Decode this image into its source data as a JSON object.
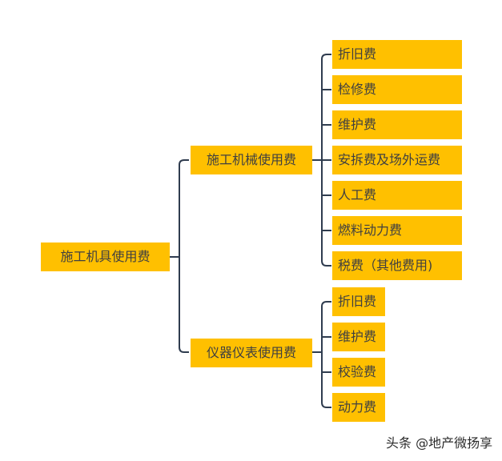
{
  "root": {
    "label": "施工机具使用费"
  },
  "branches": [
    {
      "label": "施工机械使用费",
      "children": [
        "折旧费",
        "检修费",
        "维护费",
        "安拆费及场外运费",
        "人工费",
        "燃料动力费",
        "税费（其他费用)"
      ]
    },
    {
      "label": "仪器仪表使用费",
      "children": [
        "折旧费",
        "维护费",
        "校验费",
        "动力费"
      ]
    }
  ],
  "watermark": "头条 @地产微扬享",
  "colors": {
    "node_fill": "#FFC000",
    "node_text": "#404040",
    "connector": "#2F3C4F"
  }
}
